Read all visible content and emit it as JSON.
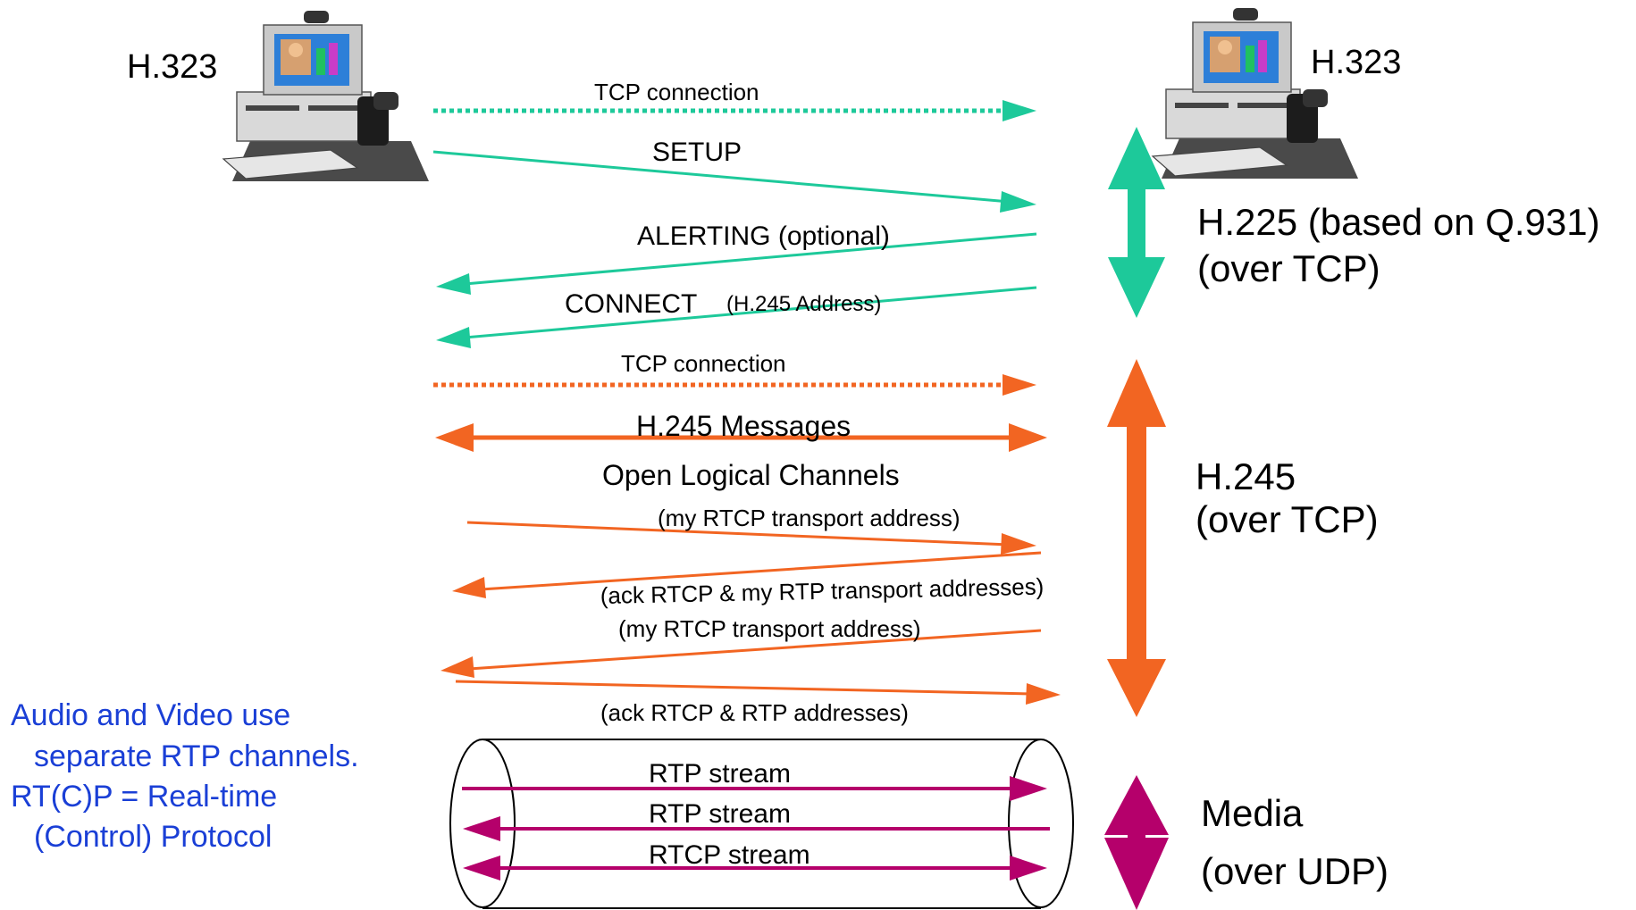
{
  "colors": {
    "h225": "#1dc99a",
    "h245": "#f26522",
    "media": "#b5006b",
    "note": "#1a3fd6",
    "text": "#000000"
  },
  "endpoints": {
    "left": {
      "label": "H.323",
      "icon": "desktop-computer-with-phone-icon"
    },
    "right": {
      "label": "H.323",
      "icon": "desktop-computer-with-phone-icon"
    }
  },
  "messages": {
    "tcp1": "TCP connection",
    "setup": "SETUP",
    "alerting": "ALERTING (optional)",
    "connect": "CONNECT",
    "connect_detail": "(H.245 Address)",
    "tcp2": "TCP connection",
    "h245_messages": "H.245 Messages",
    "olc_title": "Open Logical Channels",
    "olc1": "(my RTCP transport address)",
    "olc2": "(ack RTCP & my RTP transport addresses)",
    "olc3": "(my RTCP transport address)",
    "olc4": "(ack  RTCP & RTP addresses)"
  },
  "streams": {
    "s1": "RTP stream",
    "s2": "RTP stream",
    "s3": "RTCP stream"
  },
  "phases": {
    "h225_line1": "H.225 (based on Q.931)",
    "h225_line2": "(over TCP)",
    "h245_line1": "H.245",
    "h245_line2": "(over TCP)",
    "media_line1": "Media",
    "media_line2": "(over UDP)"
  },
  "note": {
    "line1": "Audio and Video use",
    "line2": "separate RTP channels.",
    "line3": "RT(C)P = Real-time",
    "line4": "(Control) Protocol"
  }
}
